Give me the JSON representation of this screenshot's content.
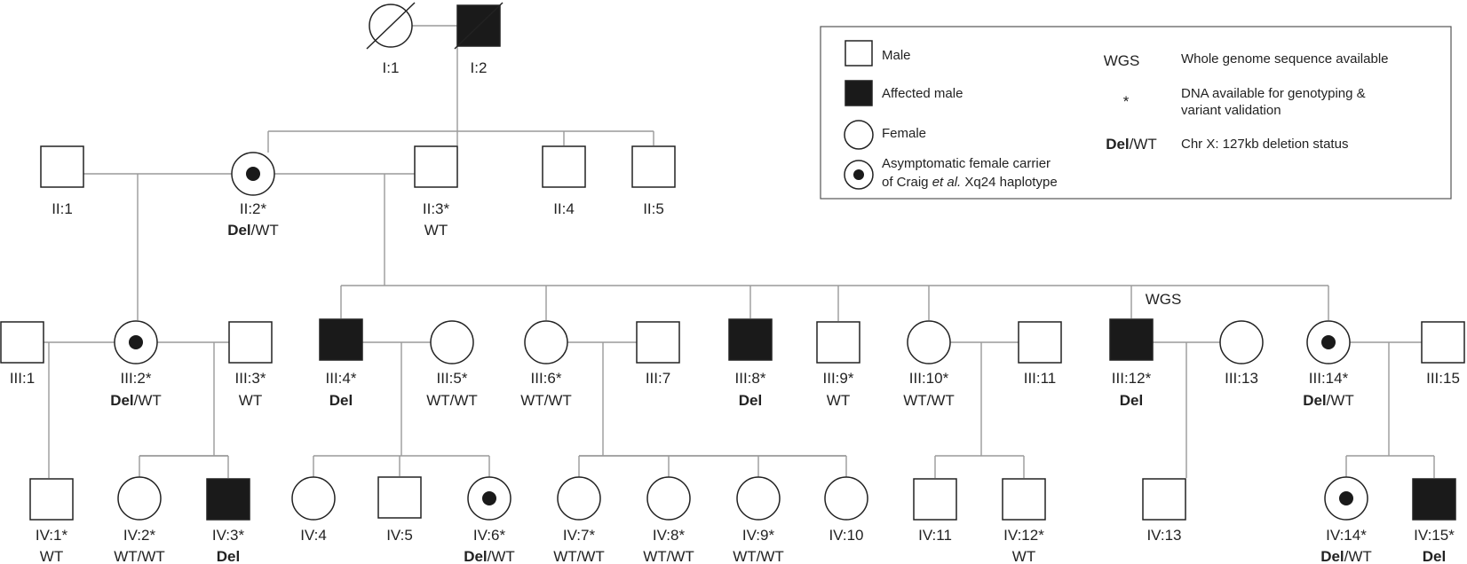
{
  "individuals": [
    {
      "id": "I:1",
      "sex": "F",
      "deceased": true
    },
    {
      "id": "I:2",
      "sex": "M",
      "affected": true,
      "deceased": true
    },
    {
      "id": "II:1",
      "sex": "M"
    },
    {
      "id": "II:2*",
      "sex": "F",
      "carrier": true,
      "status": "Del/WT"
    },
    {
      "id": "II:3*",
      "sex": "M",
      "status": "WT"
    },
    {
      "id": "II:4",
      "sex": "M"
    },
    {
      "id": "II:5",
      "sex": "M"
    },
    {
      "id": "III:1",
      "sex": "M"
    },
    {
      "id": "III:2*",
      "sex": "F",
      "carrier": true,
      "status": "Del/WT"
    },
    {
      "id": "III:3*",
      "sex": "M",
      "status": "WT"
    },
    {
      "id": "III:4*",
      "sex": "M",
      "affected": true,
      "status": "Del"
    },
    {
      "id": "III:5*",
      "sex": "F",
      "status": "WT/WT"
    },
    {
      "id": "III:6*",
      "sex": "F",
      "status": "WT/WT"
    },
    {
      "id": "III:7",
      "sex": "M"
    },
    {
      "id": "III:8*",
      "sex": "M",
      "affected": true,
      "status": "Del"
    },
    {
      "id": "III:9*",
      "sex": "M",
      "status": "WT"
    },
    {
      "id": "III:10*",
      "sex": "F",
      "status": "WT/WT"
    },
    {
      "id": "III:11",
      "sex": "M"
    },
    {
      "id": "III:12*",
      "sex": "M",
      "affected": true,
      "status": "Del",
      "note": "WGS"
    },
    {
      "id": "III:13",
      "sex": "F"
    },
    {
      "id": "III:14*",
      "sex": "F",
      "carrier": true,
      "status": "Del/WT"
    },
    {
      "id": "III:15",
      "sex": "M"
    },
    {
      "id": "IV:1*",
      "sex": "M",
      "status": "WT"
    },
    {
      "id": "IV:2*",
      "sex": "F",
      "status": "WT/WT"
    },
    {
      "id": "IV:3*",
      "sex": "M",
      "affected": true,
      "status": "Del"
    },
    {
      "id": "IV:4",
      "sex": "F"
    },
    {
      "id": "IV:5",
      "sex": "M"
    },
    {
      "id": "IV:6*",
      "sex": "F",
      "carrier": true,
      "status": "Del/WT"
    },
    {
      "id": "IV:7*",
      "sex": "F",
      "status": "WT/WT"
    },
    {
      "id": "IV:8*",
      "sex": "F",
      "status": "WT/WT"
    },
    {
      "id": "IV:9*",
      "sex": "F",
      "status": "WT/WT"
    },
    {
      "id": "IV:10",
      "sex": "F"
    },
    {
      "id": "IV:11",
      "sex": "M"
    },
    {
      "id": "IV:12*",
      "sex": "M",
      "status": "WT"
    },
    {
      "id": "IV:13",
      "sex": "M"
    },
    {
      "id": "IV:14*",
      "sex": "F",
      "carrier": true,
      "status": "Del/WT"
    },
    {
      "id": "IV:15*",
      "sex": "M",
      "affected": true,
      "status": "Del"
    }
  ],
  "legend": {
    "male": "Male",
    "affected_male": "Affected male",
    "female": "Female",
    "carrier_line1": "Asymptomatic female carrier",
    "carrier_line2_pre": "of Craig ",
    "carrier_line2_ital": "et al.",
    "carrier_line2_post": " Xq24 haplotype",
    "wgs_key": "WGS",
    "wgs_desc": "Whole genome sequence available",
    "star_key": "*",
    "star_desc_line1": "DNA available for genotyping &",
    "star_desc_line2": "variant validation",
    "del_key_bold": "Del",
    "del_key_rest": "/WT",
    "del_desc": "Chr X: 127kb deletion status"
  }
}
